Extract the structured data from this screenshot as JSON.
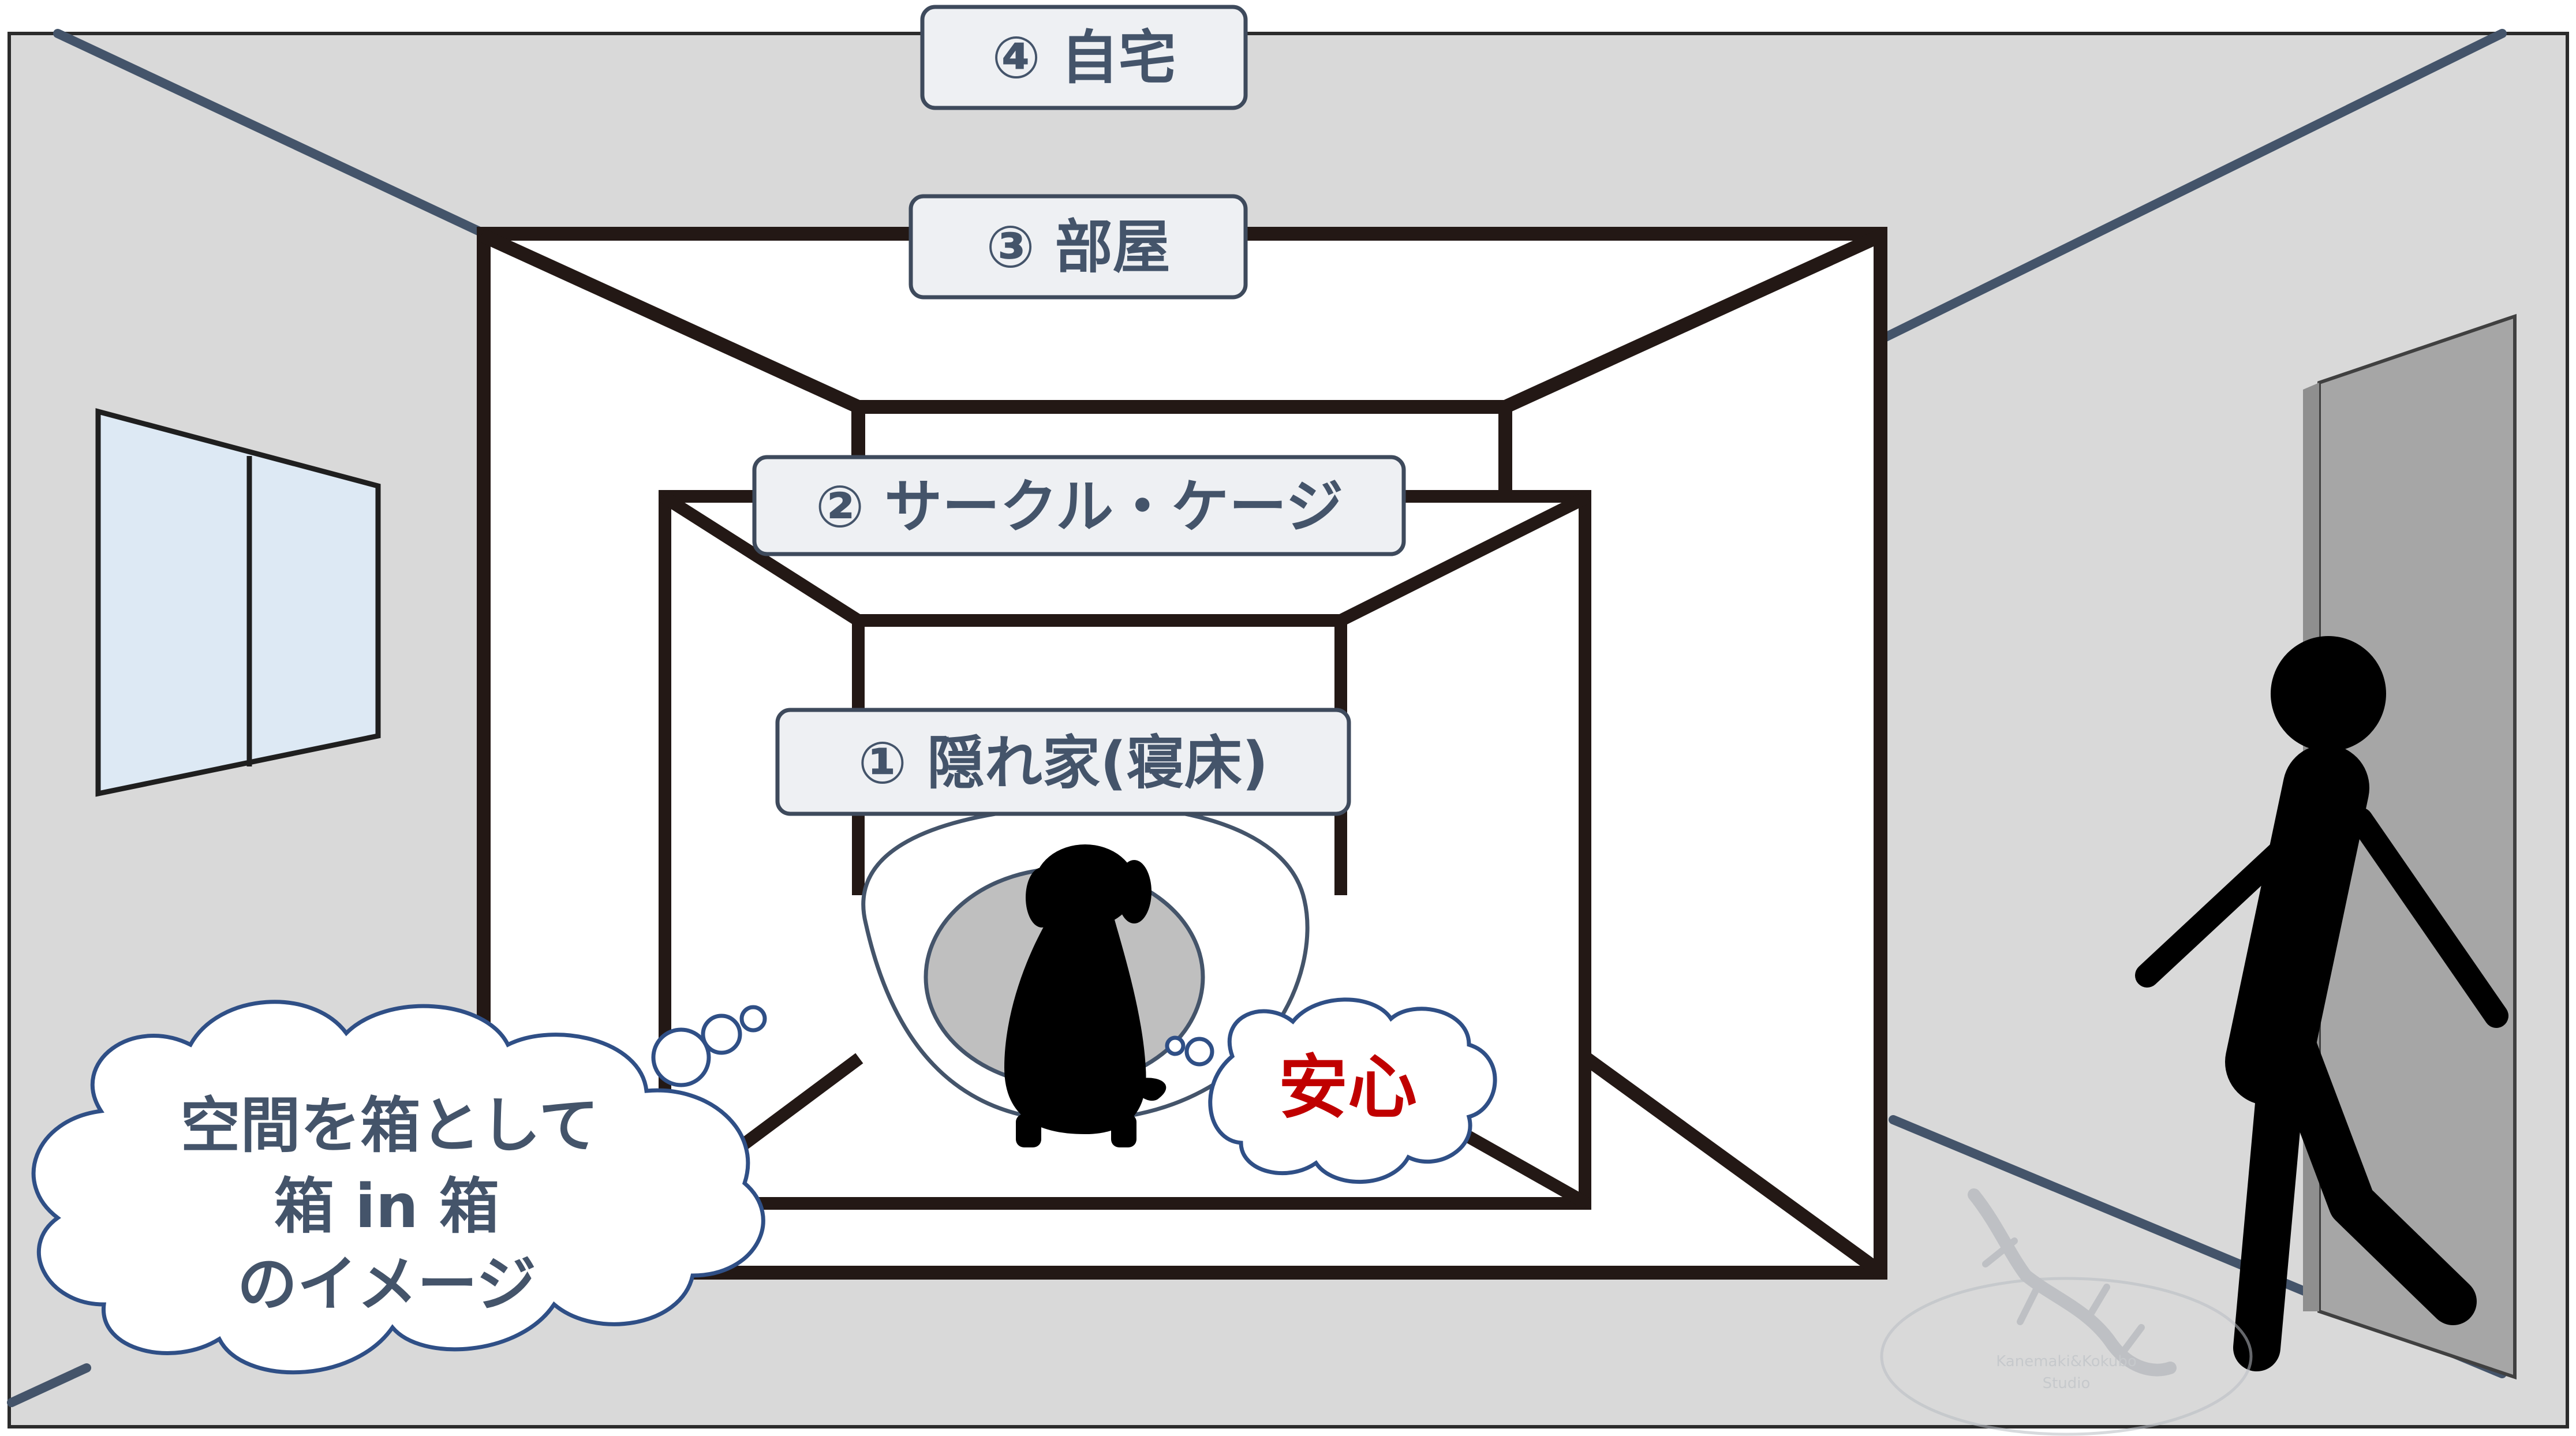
{
  "labels": {
    "home": "④ 自宅",
    "room": "③ 部屋",
    "circle_cage": "② サークル・ケージ",
    "hideout": "① 隠れ家(寝床)"
  },
  "bubble_left": {
    "line1": "空間を箱として",
    "line2": "箱 in 箱",
    "line3": "のイメージ"
  },
  "bubble_right": {
    "text": "安心"
  },
  "watermark": {
    "line1": "Kanemaki&Kokubo",
    "line2": "Studio"
  },
  "colors": {
    "wall_gray": "#d9d9d9",
    "wall_line": "#44546a",
    "frame_black": "#231815",
    "label_text": "#44546a",
    "accent_red": "#c00000",
    "cloud_outline": "#2f4f86",
    "window_glass": "#dde9f4",
    "door_gray": "#a6a6a6"
  },
  "icons": {
    "person": "walking-person-silhouette",
    "dog": "sitting-dog-silhouette",
    "window": "window-icon",
    "door": "door-icon",
    "bed": "pet-bed-icon",
    "watermark": "gecko-watermark"
  }
}
